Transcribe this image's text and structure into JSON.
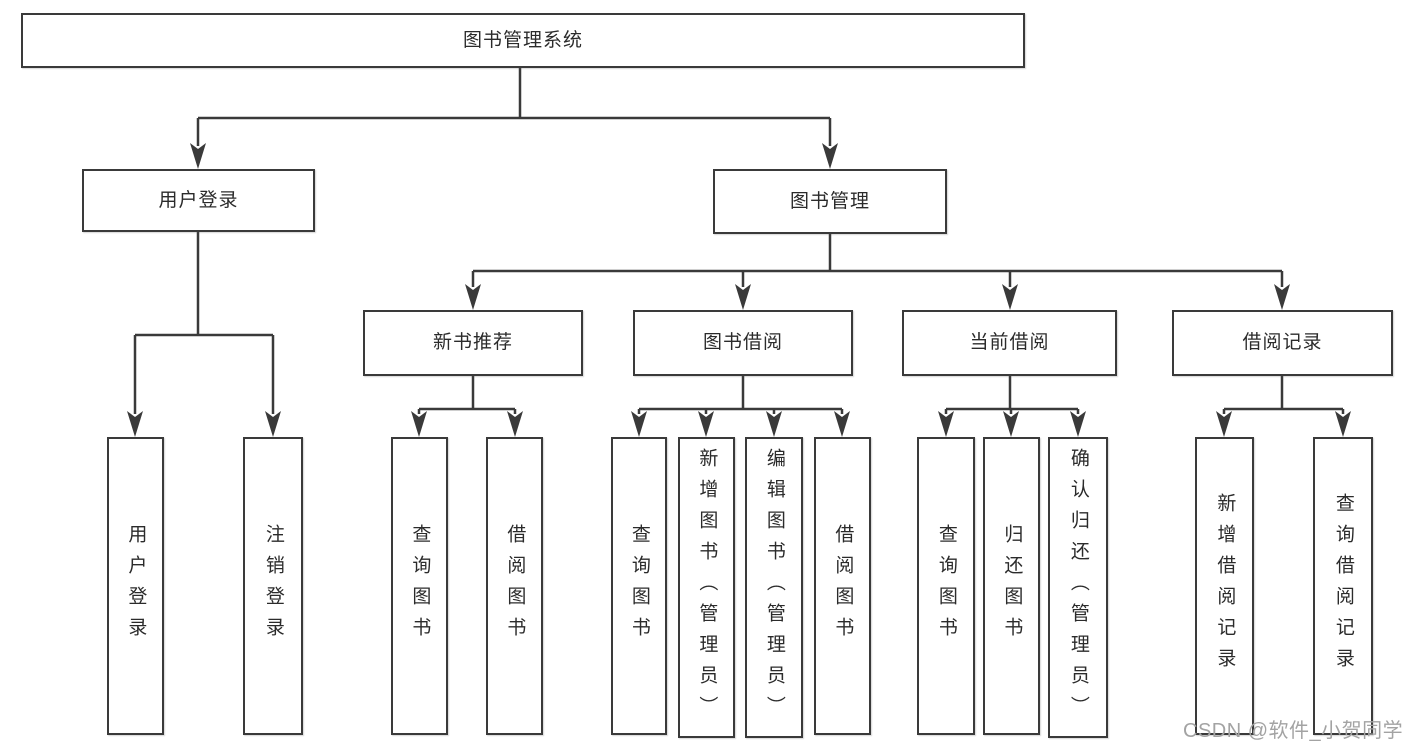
{
  "diagram": {
    "root": {
      "label": "图书管理系统"
    },
    "branches": [
      {
        "label": "用户登录",
        "children": [
          "用户登录",
          "注销登录"
        ]
      },
      {
        "label": "图书管理"
      }
    ],
    "modules": [
      {
        "label": "新书推荐",
        "children": [
          "查询图书",
          "借阅图书"
        ]
      },
      {
        "label": "图书借阅",
        "children": [
          "查询图书",
          "新增图书（管理员）",
          "编辑图书（管理员）",
          "借阅图书"
        ]
      },
      {
        "label": "当前借阅",
        "children": [
          "查询图书",
          "归还图书",
          "确认归还（管理员）"
        ]
      },
      {
        "label": "借阅记录",
        "children": [
          "新增借阅记录",
          "查询借阅记录"
        ]
      }
    ],
    "watermark": "CSDN @软件_小贺同学",
    "colors": {
      "line": "#3a3a3a",
      "text": "#2b2b2b",
      "watermark": "#a3a3a3",
      "background": "#ffffff"
    }
  }
}
